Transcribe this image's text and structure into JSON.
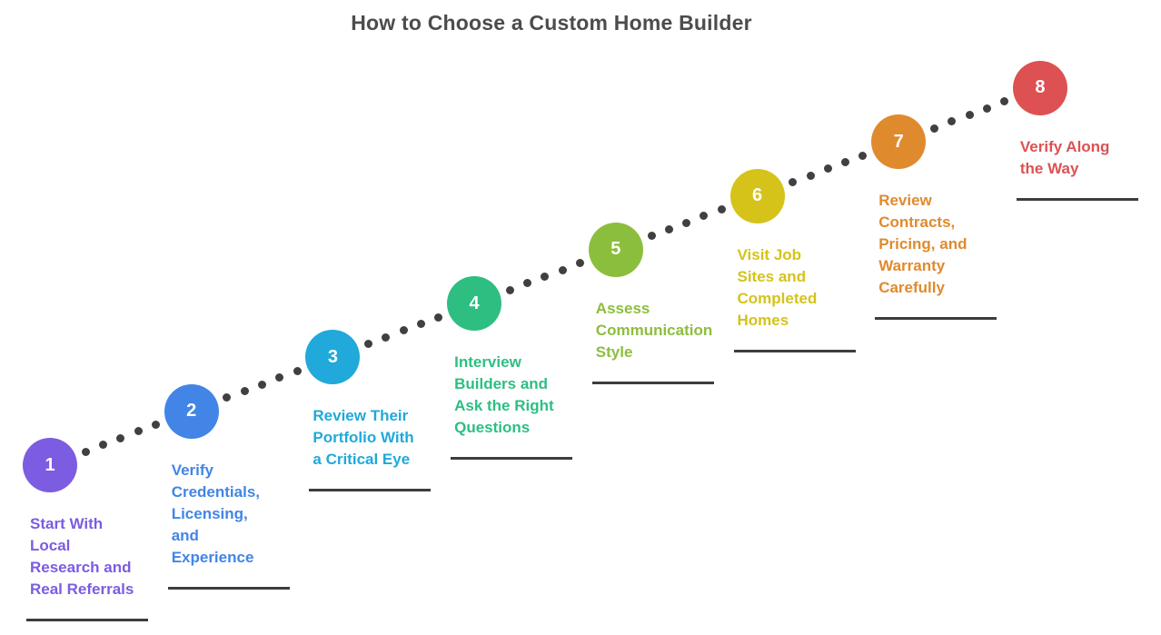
{
  "title": "How to Choose a Custom Home Builder",
  "colors": {
    "title": "#4c4c4c",
    "connector_dot": "#404040",
    "underline": "#3d3d3d",
    "background": "#ffffff",
    "step_number_text": "#ffffff"
  },
  "steps": [
    {
      "number": "1",
      "color": "#7c5ce0",
      "label": "Start With Local Research and Real Referrals",
      "lines": [
        "Start With",
        "Local",
        "Research and",
        "Real Referrals"
      ]
    },
    {
      "number": "2",
      "color": "#4285e6",
      "label": "Verify Credentials, Licensing, and Experience",
      "lines": [
        "Verify",
        "Credentials,",
        "Licensing,",
        "and",
        "Experience"
      ]
    },
    {
      "number": "3",
      "color": "#20a9da",
      "label": "Review Their Portfolio With a Critical Eye",
      "lines": [
        "Review Their",
        "Portfolio With",
        "a Critical Eye"
      ]
    },
    {
      "number": "4",
      "color": "#2ebe82",
      "label": "Interview Builders and Ask the Right Questions",
      "lines": [
        "Interview",
        "Builders and",
        "Ask the Right",
        "Questions"
      ]
    },
    {
      "number": "5",
      "color": "#8cbe3d",
      "label": "Assess Communication Style",
      "lines": [
        "Assess",
        "Communication",
        "Style"
      ]
    },
    {
      "number": "6",
      "color": "#d5c31a",
      "label": "Visit Job Sites and Completed Homes",
      "lines": [
        "Visit Job",
        "Sites and",
        "Completed",
        "Homes"
      ]
    },
    {
      "number": "7",
      "color": "#e08a2e",
      "label": "Review Contracts, Pricing, and Warranty Carefully",
      "lines": [
        "Review",
        "Contracts,",
        "Pricing, and",
        "Warranty",
        "Carefully"
      ]
    },
    {
      "number": "8",
      "color": "#dd5153",
      "label": "Verify Along the Way",
      "lines": [
        "Verify Along",
        "the Way"
      ]
    }
  ]
}
